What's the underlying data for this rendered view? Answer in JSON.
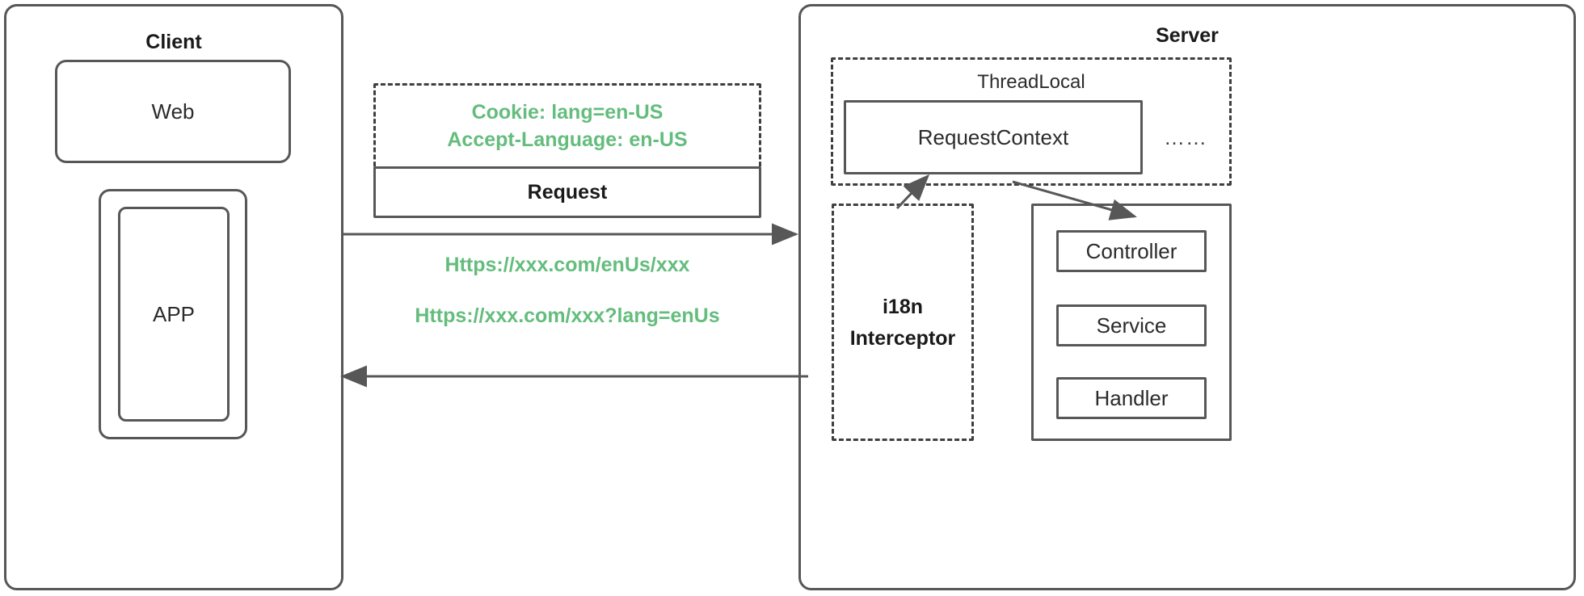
{
  "diagram": {
    "client": {
      "title": "Client",
      "web": "Web",
      "app": "APP"
    },
    "transport": {
      "headers": [
        "Cookie: lang=en-US",
        "Accept-Language: en-US"
      ],
      "request_label": "Request",
      "urls": [
        "Https://xxx.com/enUs/xxx",
        "Https://xxx.com/xxx?lang=enUs"
      ]
    },
    "server": {
      "title": "Server",
      "threadlocal": {
        "title": "ThreadLocal",
        "context": "RequestContext",
        "ellipsis": "……"
      },
      "interceptor": {
        "line1": "i18n",
        "line2": "Interceptor"
      },
      "layers": [
        "Controller",
        "Service",
        "Handler"
      ]
    },
    "colors": {
      "stroke": "#575757",
      "text": "#262626",
      "accent_green": "#64bd7d"
    }
  }
}
